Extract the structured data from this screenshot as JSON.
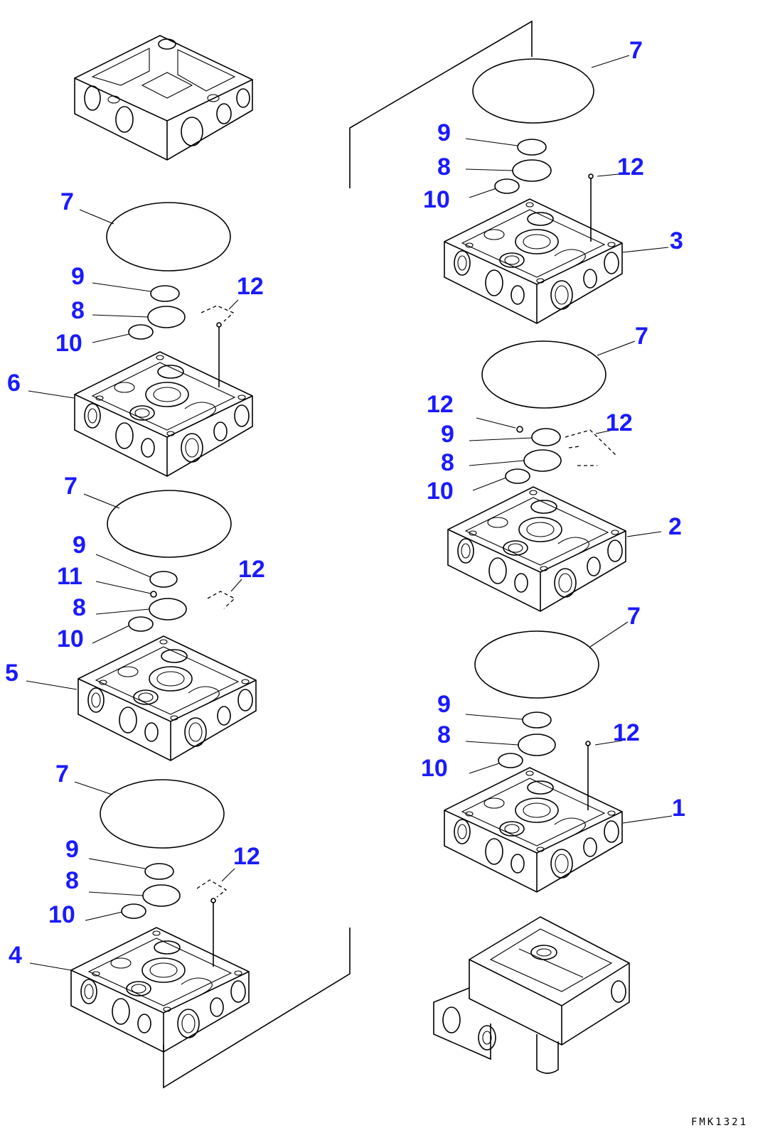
{
  "figure_code": "FMK1321",
  "callouts": {
    "c7a": "7",
    "c9a": "9",
    "c8a": "8",
    "c12a": "12",
    "c10a": "10",
    "c3": "3",
    "c7b": "7",
    "c12b": "12",
    "c12c": "12",
    "c9b": "9",
    "c8b": "8",
    "c10b": "10",
    "c2": "2",
    "c7c": "7",
    "c9c": "9",
    "c8c": "8",
    "c12d": "12",
    "c10c": "10",
    "c1": "1",
    "c7d": "7",
    "c9d": "9",
    "c8d": "8",
    "c12e": "12",
    "c10d": "10",
    "c6": "6",
    "c7e": "7",
    "c9e": "9",
    "c11": "11",
    "c12f": "12",
    "c8e": "8",
    "c10e": "10",
    "c5": "5",
    "c7f": "7",
    "c9f": "9",
    "c8f": "8",
    "c12g": "12",
    "c10f": "10",
    "c4": "4"
  }
}
